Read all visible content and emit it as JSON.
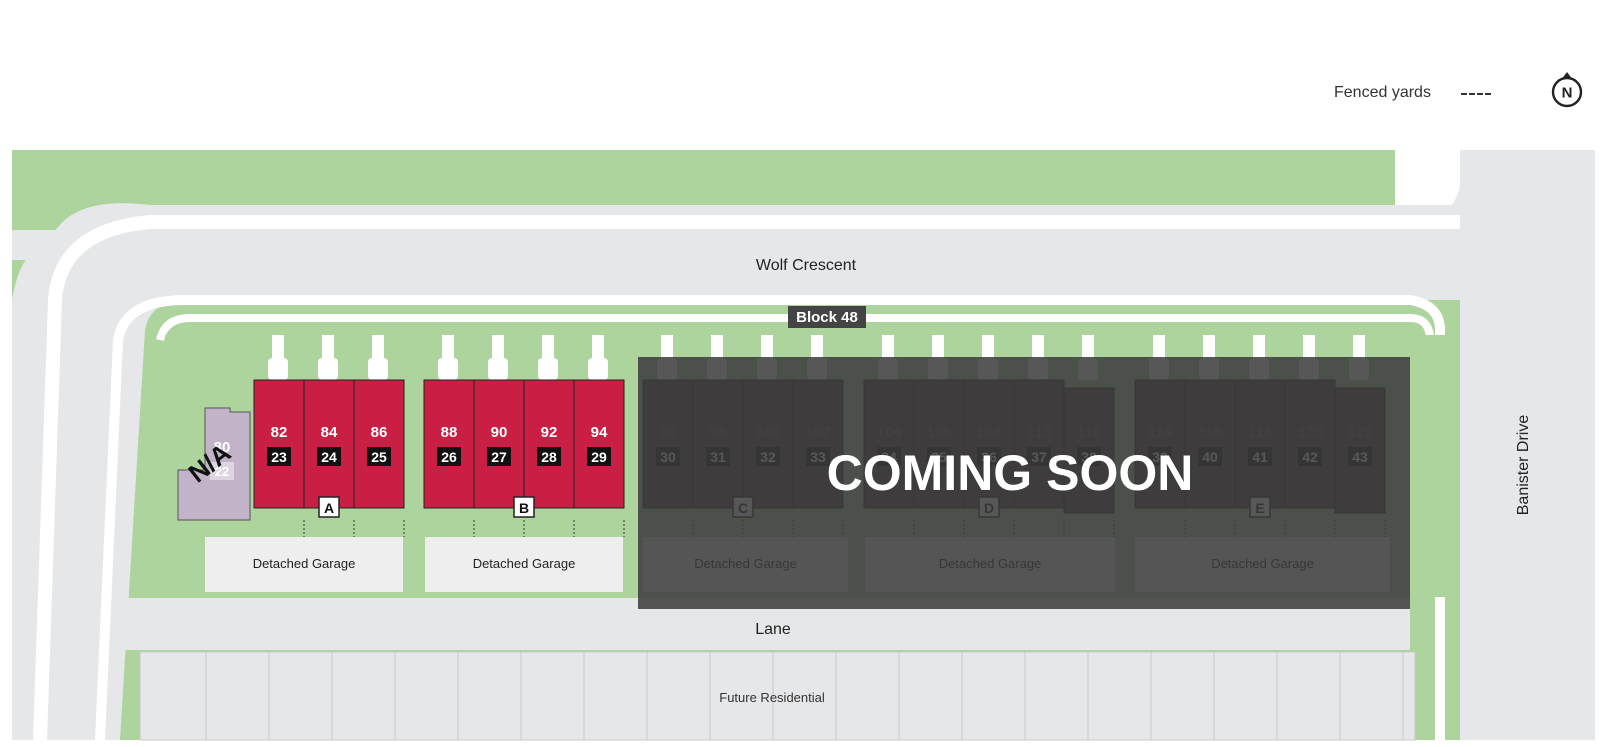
{
  "legend": {
    "fenced_yards_label": "Fenced yards"
  },
  "compass": {
    "label": "N"
  },
  "streets": {
    "top": "Wolf Crescent",
    "right": "Banister Drive",
    "bottom": "Lane"
  },
  "block_label": "Block 48",
  "na_label": "N/A",
  "coming_soon": "COMING SOON",
  "future_residential": "Future Residential",
  "garage_label": "Detached Garage",
  "na_unit": {
    "address": "80",
    "lot": "22"
  },
  "buildings": [
    {
      "letter": "A",
      "status": "available",
      "units": [
        {
          "address": "82",
          "lot": "23"
        },
        {
          "address": "84",
          "lot": "24"
        },
        {
          "address": "86",
          "lot": "25"
        }
      ]
    },
    {
      "letter": "B",
      "status": "available",
      "units": [
        {
          "address": "88",
          "lot": "26"
        },
        {
          "address": "90",
          "lot": "27"
        },
        {
          "address": "92",
          "lot": "28"
        },
        {
          "address": "94",
          "lot": "29"
        }
      ]
    },
    {
      "letter": "C",
      "status": "coming_soon",
      "units": [
        {
          "address": "96",
          "lot": "30"
        },
        {
          "address": "98",
          "lot": "31"
        },
        {
          "address": "100",
          "lot": "32"
        },
        {
          "address": "102",
          "lot": "33"
        }
      ]
    },
    {
      "letter": "D",
      "status": "coming_soon",
      "units": [
        {
          "address": "104",
          "lot": "34"
        },
        {
          "address": "106",
          "lot": "35"
        },
        {
          "address": "108",
          "lot": "36"
        },
        {
          "address": "110",
          "lot": "37"
        },
        {
          "address": "112",
          "lot": "38"
        }
      ]
    },
    {
      "letter": "E",
      "status": "coming_soon",
      "units": [
        {
          "address": "114",
          "lot": "39"
        },
        {
          "address": "116",
          "lot": "40"
        },
        {
          "address": "118",
          "lot": "41"
        },
        {
          "address": "120",
          "lot": "42"
        },
        {
          "address": "122",
          "lot": "43"
        }
      ]
    }
  ],
  "colors": {
    "available": "#c91f45",
    "coming_soon": "#4e4345",
    "na": "#c2b3c9",
    "grass": "#acd49c",
    "road": "#e6e7e9",
    "overlay": "#3b3b3d"
  }
}
